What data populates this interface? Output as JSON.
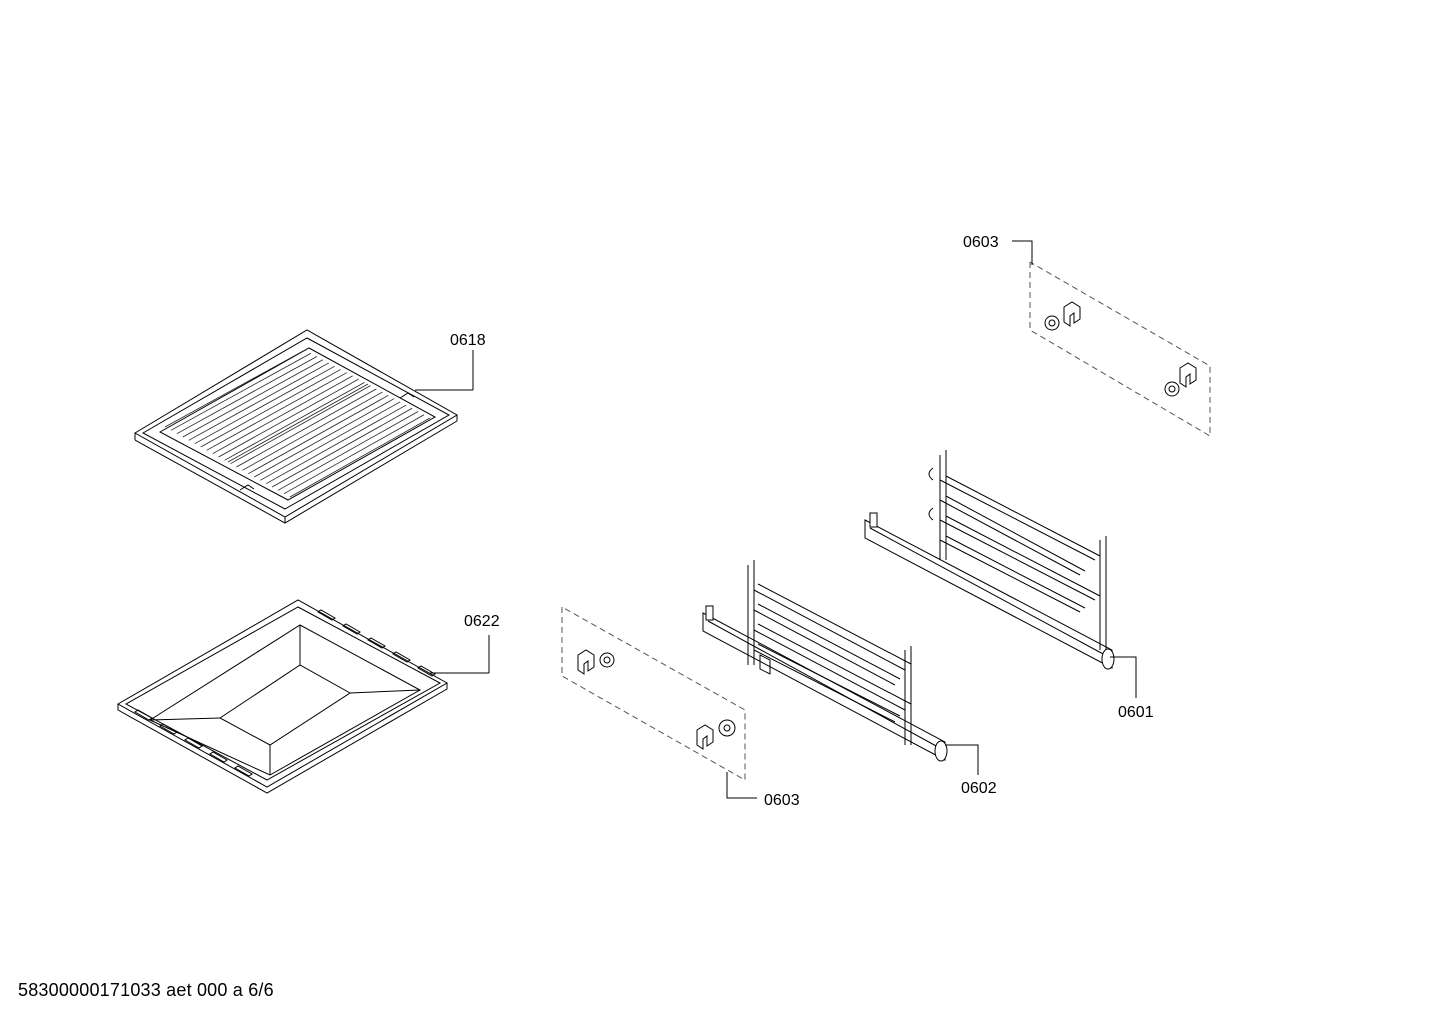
{
  "footer": {
    "text": "58300000171033 aet 000 a 6/6"
  },
  "callouts": {
    "c0618": "0618",
    "c0622": "0622",
    "c0603_top": "0603",
    "c0601": "0601",
    "c0602": "0602",
    "c0603_bottom": "0603"
  }
}
